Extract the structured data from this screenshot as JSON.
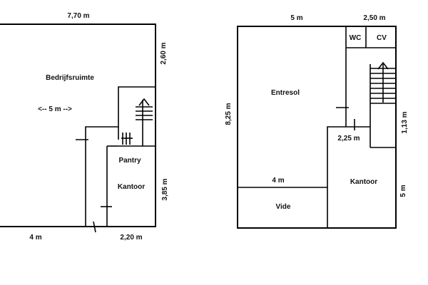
{
  "plan_left": {
    "dimensions": {
      "top_width": "7,70 m",
      "right_upper_height": "2,60 m",
      "right_lower_height": "3,85 m",
      "bottom_left_width": "4 m",
      "bottom_right_width": "2,20 m"
    },
    "rooms": {
      "main": "Bedrijfsruimte",
      "inner_width": "<--   5 m   -->",
      "pantry": "Pantry",
      "office": "Kantoor"
    }
  },
  "plan_right": {
    "dimensions": {
      "top_left_width": "5 m",
      "top_right_width": "2,50 m",
      "left_height": "8,25 m",
      "stair_height": "1,13 m",
      "office_width": "2,25 m",
      "void_width": "4 m",
      "office_height": "5 m"
    },
    "rooms": {
      "mezzanine": "Entresol",
      "wc": "WC",
      "cv": "CV",
      "office": "Kantoor",
      "void": "Vide"
    }
  }
}
